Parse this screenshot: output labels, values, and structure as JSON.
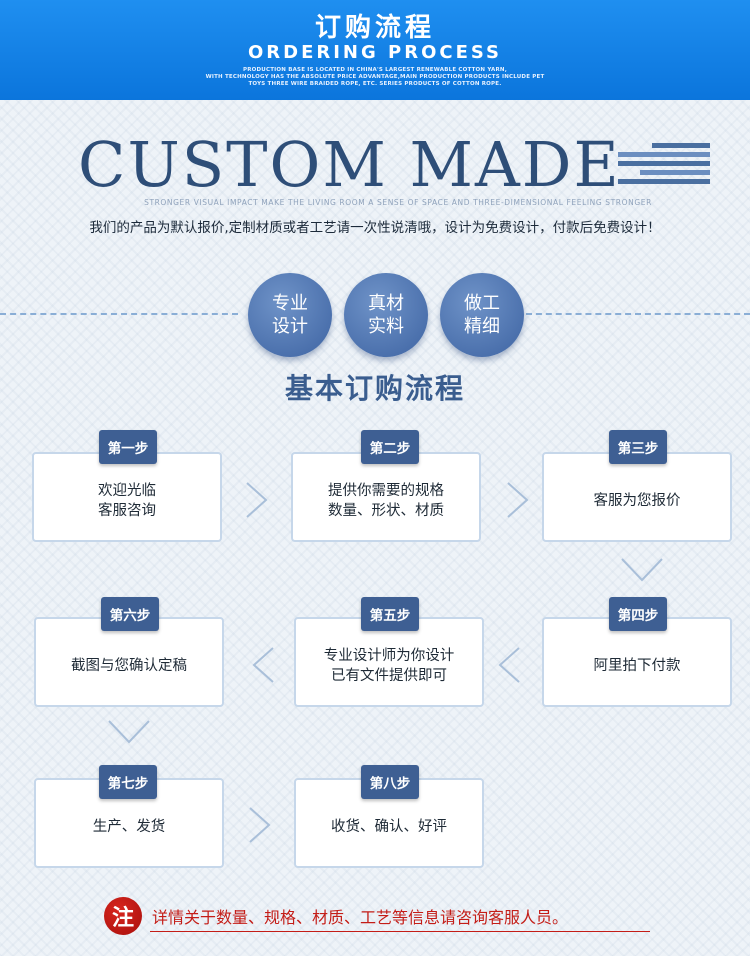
{
  "header": {
    "title_cn": "订购流程",
    "title_en": "ORDERING PROCESS",
    "fine_print_1": "PRODUCTION BASE IS LOCATED IN CHINA'S LARGEST RENEWABLE COTTON YARN,",
    "fine_print_2": "WITH TECHNOLOGY HAS THE ABSOLUTE PRICE ADVANTAGE,MAIN PRODUCTION PRODUCTS INCLUDE PET",
    "fine_print_3": "TOYS THREE WIRE BRAIDED ROPE, ETC. SERIES PRODUCTS OF COTTON ROPE."
  },
  "banner": {
    "headline": "CUSTOM MADE",
    "subline": "STRONGER VISUAL IMPACT MAKE THE LIVING ROOM A SENSE OF SPACE AND THREE-DIMENSIONAL FEELING STRONGER",
    "notice": "我们的产品为默认报价,定制材质或者工艺请一次性说清哦，设计为免费设计，付款后免费设计！"
  },
  "features": [
    "专业设计",
    "真材实料",
    "做工精细"
  ],
  "section_title": "基本订购流程",
  "steps": [
    {
      "label": "第一步",
      "text": "欢迎光临\n客服咨询"
    },
    {
      "label": "第二步",
      "text": "提供你需要的规格\n数量、形状、材质"
    },
    {
      "label": "第三步",
      "text": "客服为您报价"
    },
    {
      "label": "第四步",
      "text": "阿里拍下付款"
    },
    {
      "label": "第五步",
      "text": "专业设计师为你设计\n已有文件提供即可"
    },
    {
      "label": "第六步",
      "text": "截图与您确认定稿"
    },
    {
      "label": "第七步",
      "text": "生产、发货"
    },
    {
      "label": "第八步",
      "text": "收货、确认、好评"
    }
  ],
  "note": {
    "icon_text": "注",
    "text": "详情关于数量、规格、材质、工艺等信息请咨询客服人员。"
  },
  "colors": {
    "header_blue": "#0b75dc",
    "step_label_bg": "#3e5f93",
    "note_red": "#c41d17"
  }
}
